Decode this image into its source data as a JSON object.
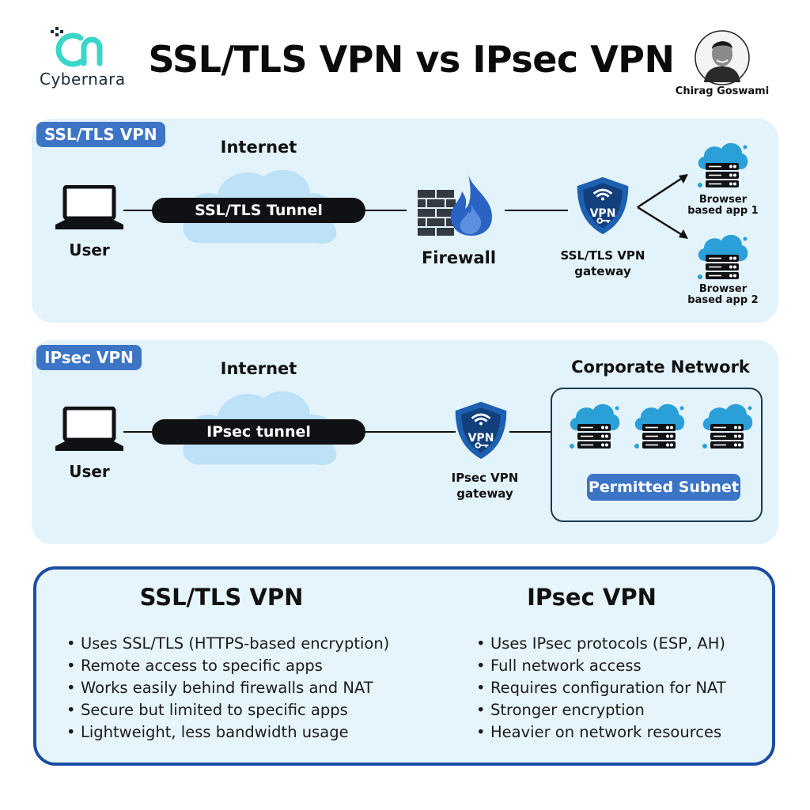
{
  "header": {
    "logo_mark": "cn",
    "brand": "Cybernara",
    "title": "SSL/TLS VPN vs IPsec VPN",
    "author": "Chirag Goswami"
  },
  "ssl_section": {
    "tag": "SSL/TLS VPN",
    "internet_label": "Internet",
    "user_label": "User",
    "tunnel_label": "SSL/TLS Tunnel",
    "firewall_label": "Firewall",
    "vpn_badge": "VPN",
    "gateway_label_1": "SSL/TLS VPN",
    "gateway_label_2": "gateway",
    "app1_line1": "Browser",
    "app1_line2": "based app 1",
    "app2_line1": "Browser",
    "app2_line2": "based app 2"
  },
  "ipsec_section": {
    "tag": "IPsec VPN",
    "internet_label": "Internet",
    "user_label": "User",
    "tunnel_label": "IPsec tunnel",
    "vpn_badge": "VPN",
    "gateway_label_1": "IPsec VPN",
    "gateway_label_2": "gateway",
    "corporate_label": "Corporate Network",
    "subnet_label": "Permitted Subnet"
  },
  "comparison": {
    "ssl": {
      "title": "SSL/TLS VPN",
      "points": [
        "Uses SSL/TLS (HTTPS-based encryption)",
        "Remote access to specific apps",
        "Works easily behind firewalls and NAT",
        "Secure but limited to specific apps",
        "Lightweight, less bandwidth usage"
      ]
    },
    "ipsec": {
      "title": "IPsec VPN",
      "points": [
        "Uses IPsec protocols (ESP, AH)",
        "Full network access",
        "Requires configuration for NAT",
        "Stronger encryption",
        "Heavier on network resources"
      ]
    }
  },
  "colors": {
    "panel_bg": "#e3f3fb",
    "accent_blue": "#3c75c6",
    "shield_blue": "#1d5fb0",
    "cloud_blue": "#bfe3f7",
    "teal_logo": "#3ad6c8",
    "border_blue": "#1a4ea3"
  }
}
